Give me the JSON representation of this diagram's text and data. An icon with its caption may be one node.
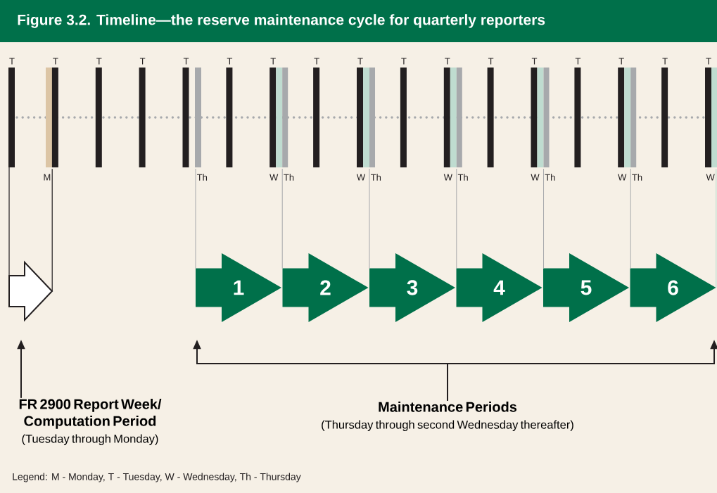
{
  "diagram": {
    "title": "Figure 3.2. Timeline—the reserve maintenance cycle for quarterly reporters",
    "nodes": [
      {
        "text": [],
        "shape": "arrow"
      },
      {
        "text": [
          "1"
        ]
      },
      {
        "text": [
          "2"
        ]
      },
      {
        "text": [
          "3"
        ]
      },
      {
        "text": [
          "4"
        ]
      },
      {
        "text": [
          "5"
        ]
      },
      {
        "text": [
          "6"
        ]
      },
      {
        "text": [
          "FR 2900 Report Week/ Computation Period",
          "(Tuesday through Monday)"
        ]
      },
      {
        "text": [
          "Maintenance Periods",
          "(Thursday through second Wednesday thereafter)"
        ]
      },
      {
        "text": [
          "M"
        ]
      },
      {
        "text": [
          "Th"
        ]
      },
      {
        "text": [
          "Th"
        ]
      },
      {
        "text": [
          "Th"
        ]
      },
      {
        "text": [
          "Th"
        ]
      },
      {
        "text": [
          "Th"
        ]
      },
      {
        "text": [
          "Th"
        ]
      },
      {
        "text": [
          "W"
        ]
      }
    ],
    "edges": [
      {
        "from": 7,
        "to": 0,
        "arrow": "to",
        "color": "#231f20"
      },
      {
        "from": 8,
        "to": 1,
        "arrow": "to",
        "color": "#231f20"
      },
      {
        "from": 8,
        "to": 6,
        "arrow": "to",
        "color": "#231f20"
      },
      {
        "from": 9,
        "to": 0,
        "arrow": "none",
        "color": "#231f20"
      },
      {
        "from": 10,
        "to": 1,
        "arrow": "none",
        "color": "#a7a9ac"
      },
      {
        "from": 11,
        "to": 2,
        "arrow": "none",
        "color": "#a7a9ac"
      },
      {
        "from": 12,
        "to": 3,
        "arrow": "none",
        "color": "#a7a9ac"
      },
      {
        "from": 13,
        "to": 4,
        "arrow": "none",
        "color": "#a7a9ac"
      },
      {
        "from": 14,
        "to": 5,
        "arrow": "none",
        "color": "#a7a9ac"
      },
      {
        "from": 15,
        "to": 6,
        "arrow": "none",
        "color": "#a7a9ac"
      },
      {
        "from": 16,
        "to": 6,
        "arrow": "none",
        "color": "#bfdcd0"
      }
    ],
    "labels": [
      "T",
      "T",
      "T",
      "T",
      "T",
      "T",
      "T",
      "T",
      "T",
      "T",
      "T",
      "T",
      "T",
      "T",
      "T",
      "T",
      "T",
      "W",
      "W",
      "W",
      "W",
      "W",
      "Legend:  M - Monday, T - Tuesday, W - Wednesday, Th - Thursday"
    ]
  }
}
